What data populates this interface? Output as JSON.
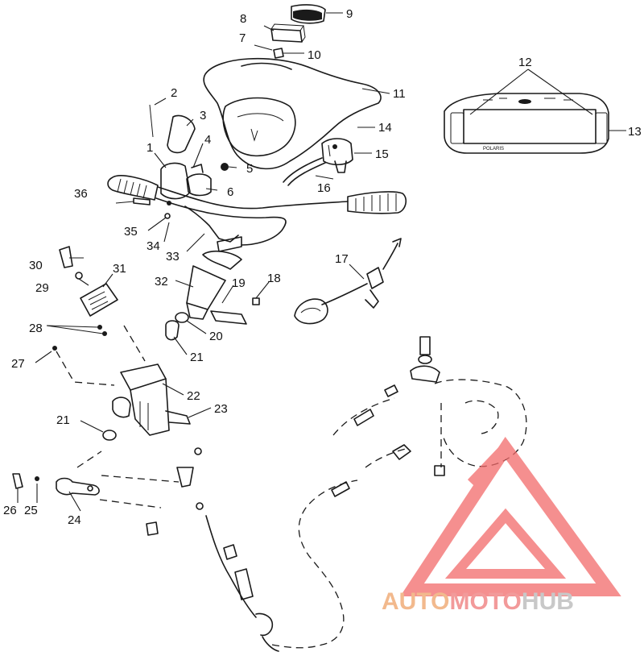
{
  "callouts": {
    "c1": "1",
    "c2": "2",
    "c3": "3",
    "c4": "4",
    "c5": "5",
    "c6": "6",
    "c7": "7",
    "c8": "8",
    "c9": "9",
    "c10": "10",
    "c11": "11",
    "c12": "12",
    "c13": "13",
    "c14": "14",
    "c15": "15",
    "c16": "16",
    "c17": "17",
    "c18": "18",
    "c19": "19",
    "c20": "20",
    "c21a": "21",
    "c21b": "21",
    "c22": "22",
    "c23": "23",
    "c24": "24",
    "c25": "25",
    "c26": "26",
    "c27": "27",
    "c28": "28",
    "c29": "29",
    "c30": "30",
    "c31": "31",
    "c32": "32",
    "c33": "33",
    "c34": "34",
    "c35": "35",
    "c36": "36"
  },
  "watermark": {
    "part1": "AUTO",
    "part2": "MOTO",
    "part3": "HUB",
    "colors": {
      "auto": "#f2b98d",
      "moto": "#f29a9a",
      "hub": "#c8c8c8",
      "logo": "#f26a6a"
    }
  },
  "gauge": {
    "brand": "POLARIS"
  }
}
